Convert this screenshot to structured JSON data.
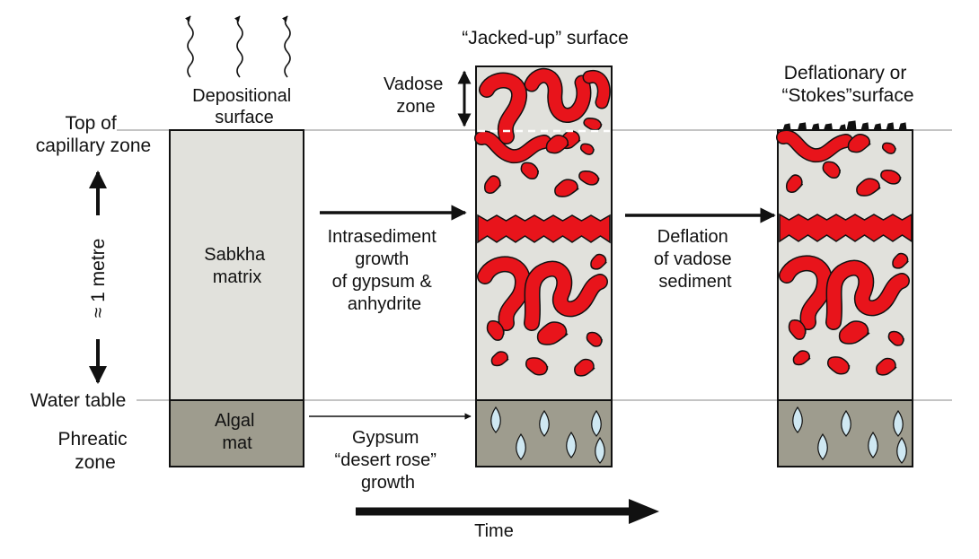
{
  "labels": {
    "depositional_surface": [
      "Depositional",
      "surface"
    ],
    "top_capillary": [
      "Top of",
      "capillary zone"
    ],
    "metre": "≈ 1 metre",
    "water_table": "Water table",
    "phreatic": [
      "Phreatic",
      "zone"
    ],
    "sabkha_matrix": [
      "Sabkha",
      "matrix"
    ],
    "algal_mat": [
      "Algal",
      "mat"
    ],
    "jacked_up": "“Jacked-up” surface",
    "vadose": [
      "Vadose",
      "zone"
    ],
    "intrasediment": [
      "Intrasediment",
      "growth",
      "of gypsum &",
      "anhydrite"
    ],
    "gypsum_rose": [
      "Gypsum",
      "“desert rose”",
      "growth"
    ],
    "deflation": [
      "Deflation",
      "of vadose",
      "sediment"
    ],
    "deflationary": [
      "Deflationary or",
      "“Stokes”surface"
    ],
    "time": "Time"
  },
  "colors": {
    "matrix": "#e1e1dc",
    "algal": "#9e9c8e",
    "nodule": "#e8141b",
    "crystal": "#cfe8f2",
    "stroke": "#111111",
    "rule": "#8a8a8a"
  },
  "icons": {
    "heat": "wavy-evaporation-arrow-icon",
    "deflation_clasts": "clast-pebble-icon"
  }
}
